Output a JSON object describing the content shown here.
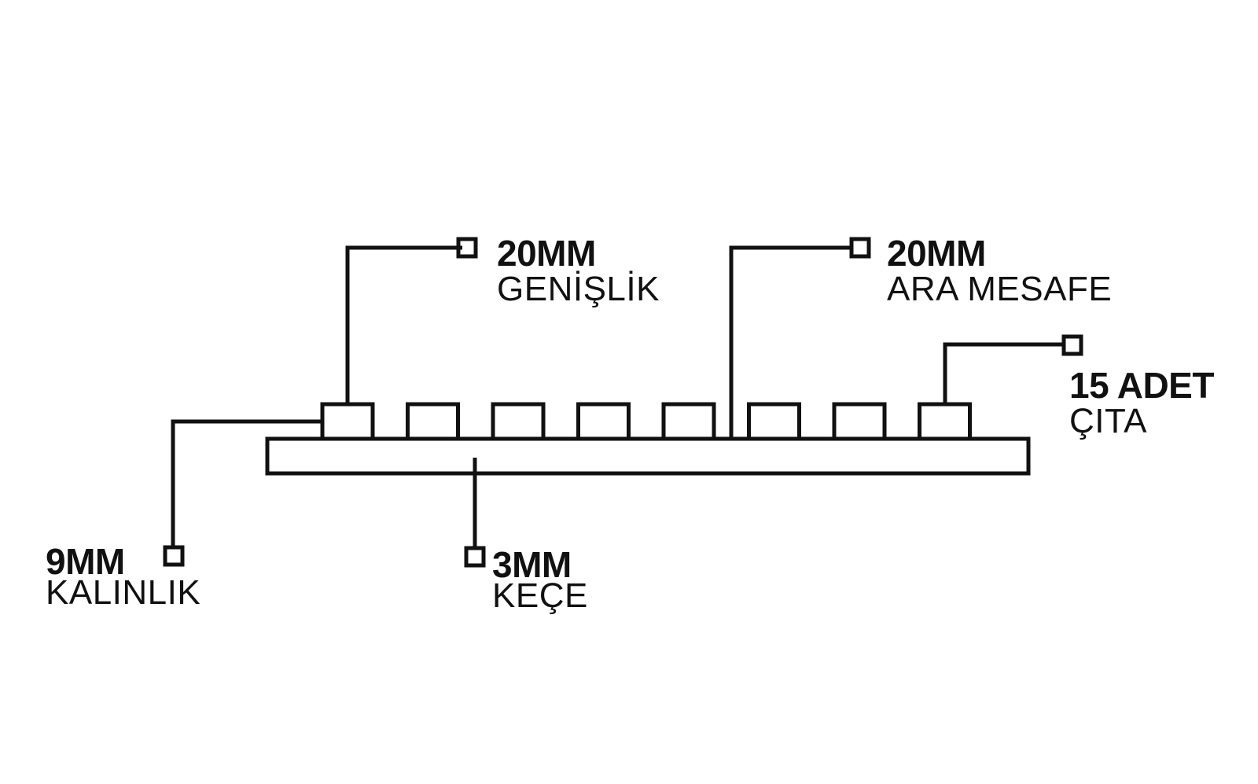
{
  "diagram": {
    "stroke_color": "#111111",
    "background": "#ffffff",
    "callouts": {
      "width": {
        "value": "20MM",
        "name": "GENİŞLİK"
      },
      "spacing": {
        "value": "20MM",
        "name": "ARA MESAFE"
      },
      "count": {
        "value": "15 ADET",
        "name": "ÇITA"
      },
      "thickness": {
        "value": "9MM",
        "name": "KALINLIK"
      },
      "felt": {
        "value": "3MM",
        "name": "KEÇE"
      }
    }
  }
}
